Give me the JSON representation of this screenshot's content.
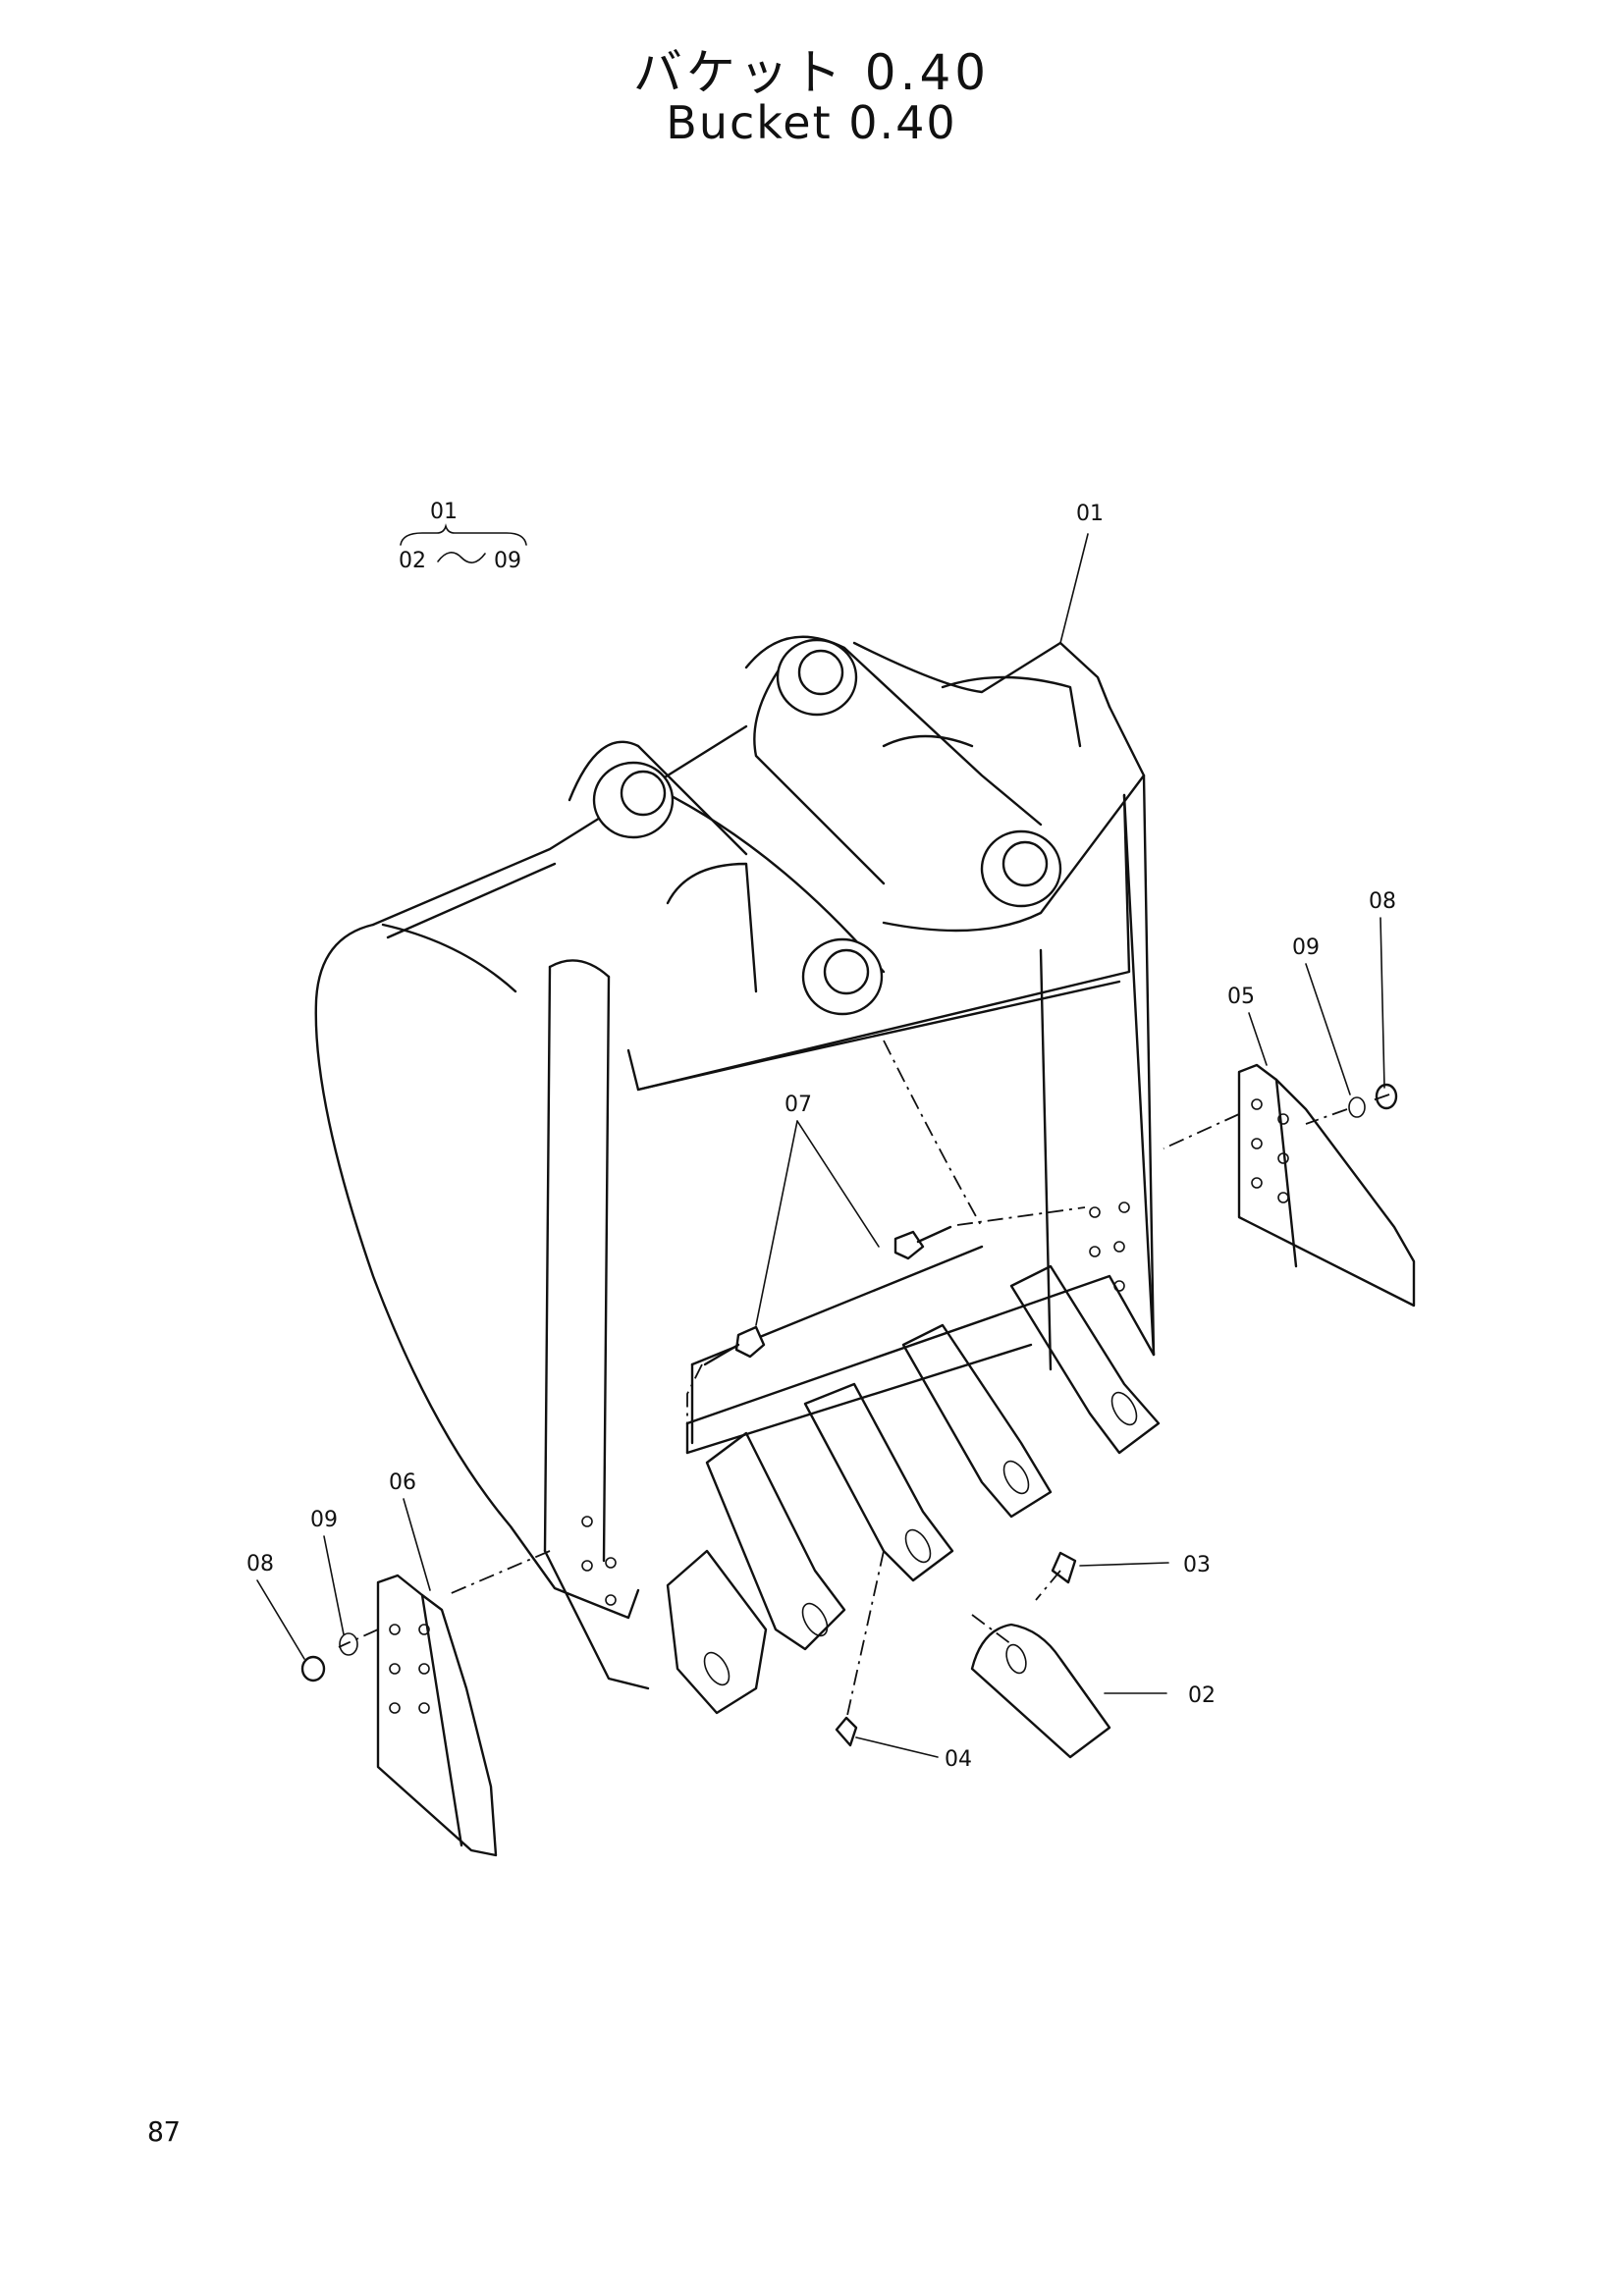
{
  "title": {
    "japanese": "バケット 0.40",
    "english": "Bucket 0.40"
  },
  "assembly_note": {
    "parent": "01",
    "range_start": "02",
    "range_end": "09"
  },
  "callouts": [
    {
      "id": "01",
      "text": "01"
    },
    {
      "id": "02",
      "text": "02"
    },
    {
      "id": "03",
      "text": "03"
    },
    {
      "id": "04",
      "text": "04"
    },
    {
      "id": "05",
      "text": "05"
    },
    {
      "id": "06",
      "text": "06"
    },
    {
      "id": "07",
      "text": "07"
    },
    {
      "id": "08a",
      "text": "08"
    },
    {
      "id": "08b",
      "text": "08"
    },
    {
      "id": "09a",
      "text": "09"
    },
    {
      "id": "09b",
      "text": "09"
    }
  ],
  "page_number": "87"
}
